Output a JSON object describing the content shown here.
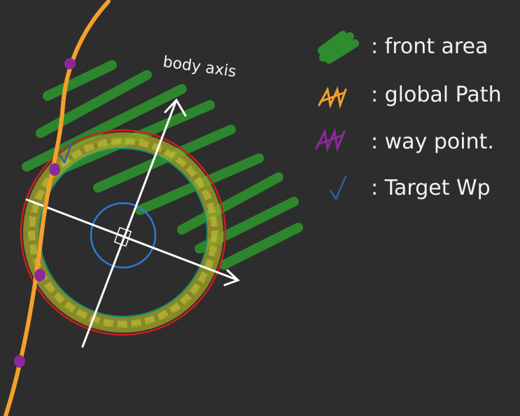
{
  "diagram": {
    "axis_label": "body axis",
    "legend": [
      {
        "symbol": "green-scribble-icon",
        "label": ": front area",
        "color": "#2e8b2e"
      },
      {
        "symbol": "orange-scribble-icon",
        "label": ": global Path",
        "color": "#f5a02a"
      },
      {
        "symbol": "purple-scribble-icon",
        "label": ": way point.",
        "color": "#8a2a9a"
      },
      {
        "symbol": "checkmark-icon",
        "label": ": Target Wp",
        "color": "#2f5fa8"
      }
    ],
    "colors": {
      "background": "#2d2d2d",
      "front_area": "#2e8b2e",
      "global_path": "#f5a02a",
      "waypoint": "#8a2a9a",
      "target_mark": "#2f5fa8",
      "outer_circle": "#cc1f1f",
      "inner_ring": "#0f8f6f",
      "center_circle": "#2f7ad6",
      "ring_highlight": "#a6a62a",
      "axes": "#ffffff"
    }
  }
}
